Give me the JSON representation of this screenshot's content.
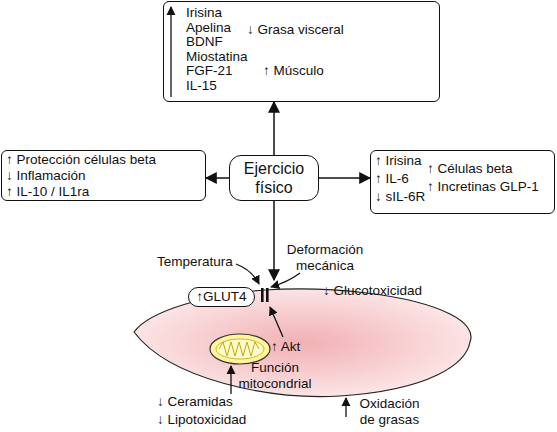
{
  "diagram": {
    "nodes": [
      {
        "text": [
          "Irisina",
          "Apelina",
          "BDNF",
          "Miostatina",
          "FGF-21",
          "IL-15",
          "↓ Grasa visceral",
          "↑ Músculo"
        ]
      },
      {
        "text": [
          "↑ Protección células beta",
          "↓ Inflamación",
          "↑ IL-10 / IL1ra"
        ]
      },
      {
        "text": [
          "Ejercicio físico"
        ]
      },
      {
        "text": [
          "↑ Irisina",
          "↑ IL-6",
          "↓ sIL-6R",
          "↑ Células beta",
          "↑ Incretinas GLP-1"
        ]
      },
      {
        "text": [
          "↑GLUT4"
        ]
      },
      {
        "text": [
          "↑ Akt",
          "Función mitocondrial"
        ]
      }
    ],
    "edges": [
      {
        "from": 2,
        "to": 0,
        "arrow": "to"
      },
      {
        "from": 2,
        "to": 1,
        "arrow": "to"
      },
      {
        "from": 2,
        "to": 3,
        "arrow": "to"
      },
      {
        "from": 2,
        "to": 5,
        "arrow": "to"
      }
    ],
    "labels": [
      "Temperatura",
      "Deformación mecánica",
      "↓ Glucotoxicidad",
      "↓ Ceramidas",
      "↓ Lipotoxicidad",
      "Oxidación de grasas"
    ]
  }
}
